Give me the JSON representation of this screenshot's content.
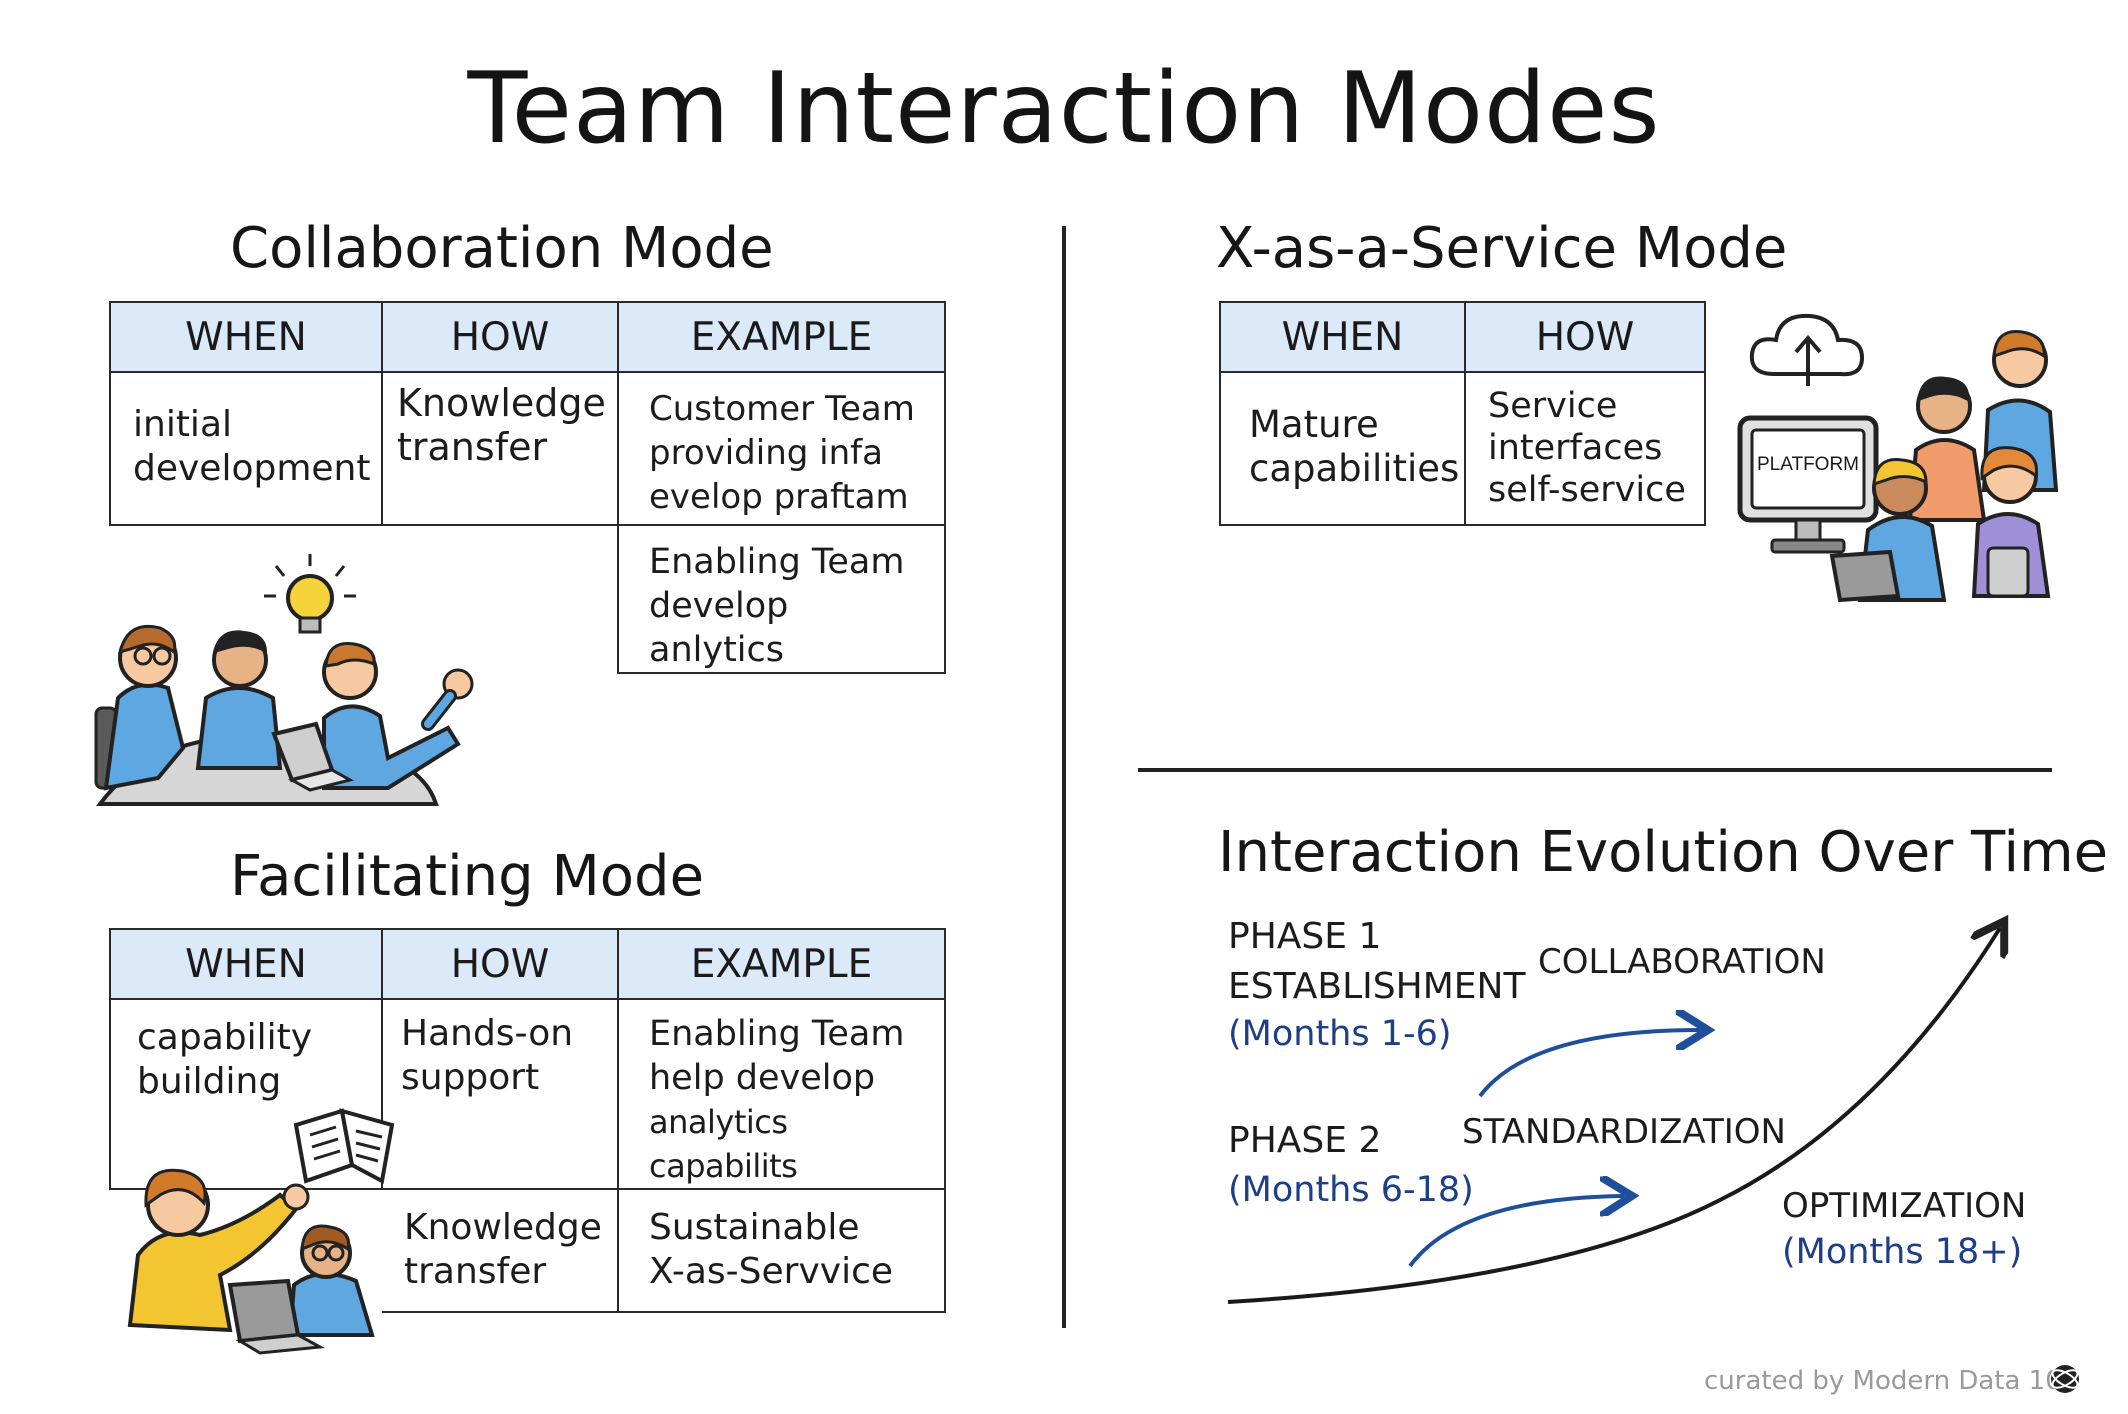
{
  "title": "Team Interaction Modes",
  "collaboration": {
    "heading": "Collaboration Mode",
    "headers": [
      "WHEN",
      "HOW",
      "EXAMPLE"
    ],
    "when": [
      "initial",
      "development"
    ],
    "how": [
      "Knowledge",
      "transfer"
    ],
    "example1": [
      "Customer Team",
      "providing infa",
      "evelop praftam"
    ],
    "example2": [
      "Enabling Team",
      "develop anlytics"
    ]
  },
  "facilitating": {
    "heading": "Facilitating Mode",
    "headers": [
      "WHEN",
      "HOW",
      "EXAMPLE"
    ],
    "when": [
      "capability",
      "building"
    ],
    "how1": [
      "Hands-on",
      "support"
    ],
    "example1": [
      "Enabling Team",
      "help develop",
      "analytics capabilits"
    ],
    "how2": [
      "Knowledge",
      "transfer"
    ],
    "example2": [
      "Sustainable",
      "X-as-Servvice"
    ]
  },
  "xaas": {
    "heading": "X-as-a-Service Mode",
    "headers": [
      "WHEN",
      "HOW"
    ],
    "when": [
      "Mature",
      "capabilities"
    ],
    "how": [
      "Service",
      "interfaces",
      "self-service"
    ],
    "platform_label": "PLATFORM"
  },
  "evolution": {
    "heading": "Interaction Evolution Over Time",
    "phase1": {
      "line1": "PHASE 1",
      "line2": "ESTABLISHMENT",
      "months": "(Months 1-6)"
    },
    "phase2": {
      "line1": "PHASE 2",
      "months": "(Months 6-18)"
    },
    "modes": [
      "COLLABORATION",
      "STANDARDIZATION",
      "OPTIMIZATION"
    ],
    "optimization_months": "(Months 18+)",
    "arrow_color": "#1f4f9c"
  },
  "credit": "curated by Modern Data 101",
  "colors": {
    "header_fill": "#dce9f8",
    "shirt_blue": "#5ea7e0",
    "yellow": "#f2c531",
    "orange": "#f29b6b",
    "purple": "#9f8fd6"
  },
  "icons": [
    "lightbulb-icon",
    "laptop-icon",
    "book-icon",
    "cloud-upload-icon",
    "monitor-icon",
    "tablet-icon",
    "globe-icon"
  ]
}
